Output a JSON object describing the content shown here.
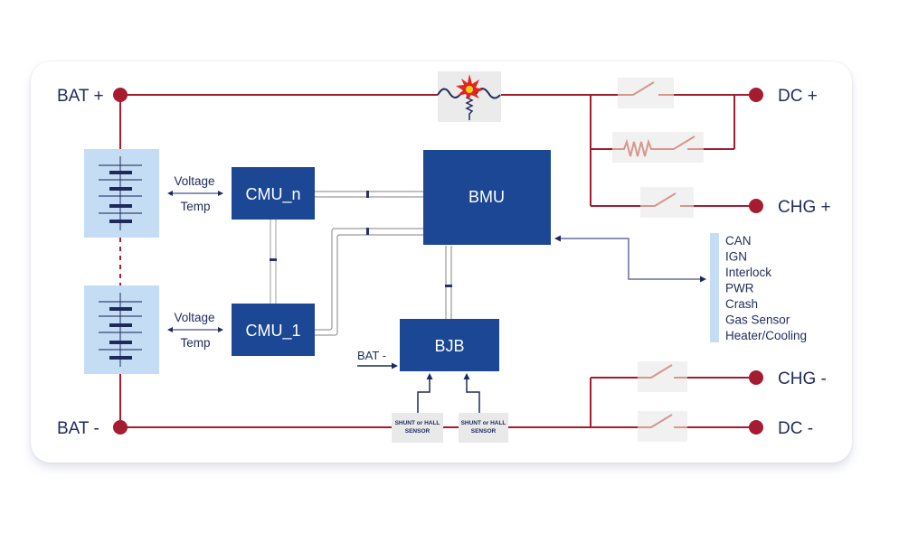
{
  "terminals": {
    "bat_plus": "BAT +",
    "bat_minus": "BAT -",
    "dc_plus": "DC +",
    "chg_plus": "CHG +",
    "chg_minus": "CHG -",
    "dc_minus": "DC -"
  },
  "blocks": {
    "bmu": "BMU",
    "cmu_n": "CMU_n",
    "cmu_1": "CMU_1",
    "bjb": "BJB"
  },
  "cell_links": [
    {
      "top": "Voltage",
      "bottom": "Temp"
    },
    {
      "top": "Voltage",
      "bottom": "Temp"
    }
  ],
  "bjb_input": "BAT -",
  "sensors": [
    {
      "line1": "SHUNT or HALL",
      "line2": "SENSOR"
    },
    {
      "line1": "SHUNT or HALL",
      "line2": "SENSOR"
    }
  ],
  "signals": [
    "CAN",
    "IGN",
    "Interlock",
    "PWR",
    "Crash",
    "Gas Sensor",
    "Heater/Cooling"
  ],
  "colors": {
    "power_line": "#a51c30",
    "block": "#1b4795",
    "cell_bg": "#c5ddf4",
    "signal_bar": "#c5ddf4",
    "text": "#1f2a5c",
    "switch": "#d5978c",
    "component_bg": "#f1f1f1"
  }
}
